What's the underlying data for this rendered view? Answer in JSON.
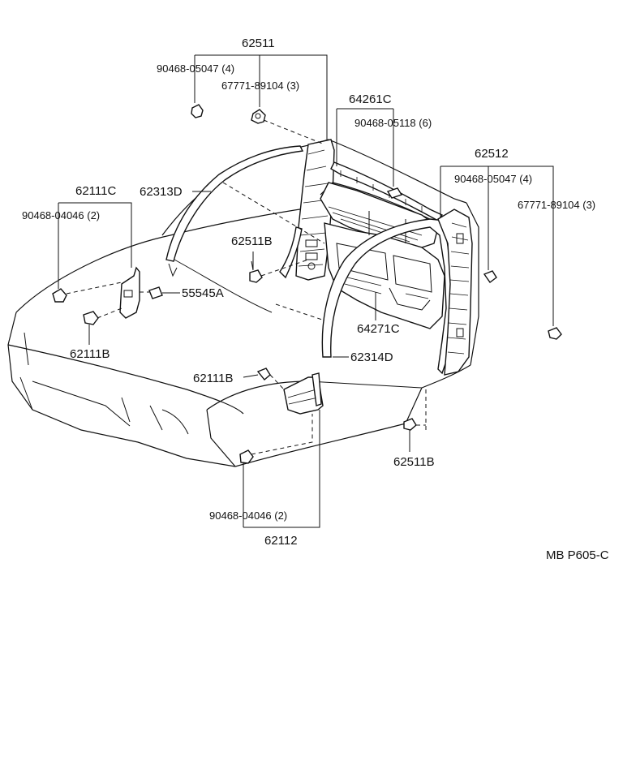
{
  "labels": {
    "p62511": "62511",
    "p90468_05047_left": "90468-05047 (4)",
    "p67771_89104_left": "67771-89104 (3)",
    "p64261C": "64261C",
    "p90468_05118": "90468-05118 (6)",
    "p62512": "62512",
    "p90468_05047_right": "90468-05047 (4)",
    "p67771_89104_right": "67771-89104 (3)",
    "p62111C": "62111C",
    "p62313D": "62313D",
    "p90468_04046_top": "90468-04046 (2)",
    "p62511B_top": "62511B",
    "p55545A": "55545A",
    "p64271C": "64271C",
    "p62111B_left": "62111B",
    "p62314D": "62314D",
    "p62111B_mid": "62111B",
    "p62511B_bottom": "62511B",
    "p90468_04046_bottom": "90468-04046 (2)",
    "p62112": "62112",
    "ref": "MB P605-C"
  }
}
